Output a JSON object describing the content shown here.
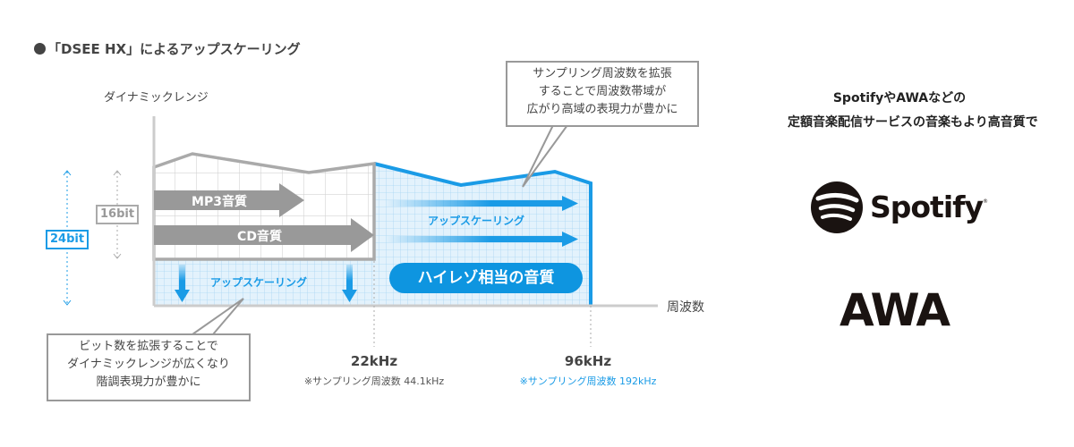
{
  "title": "「DSEE HX」によるアップスケーリング",
  "axes": {
    "y_label": "ダイナミックレンジ",
    "x_label": "周波数"
  },
  "bit_labels": {
    "low": "16bit",
    "high": "24bit"
  },
  "arrows": {
    "mp3": "MP3音質",
    "cd": "CD音質",
    "upscale_horizontal": "アップスケーリング",
    "upscale_vertical": "アップスケーリング"
  },
  "badge": "ハイレゾ相当の音質",
  "callouts": {
    "top": [
      "サンプリング周波数を拡張",
      "することで周波数帯域が",
      "広がり高域の表現力が豊かに"
    ],
    "bottom": [
      "ビット数を拡張することで",
      "ダイナミックレンジが広くなり",
      "階調表現力が豊かに"
    ]
  },
  "frequencies": [
    {
      "value": "22kHz",
      "note": "※サンプリング周波数 44.1kHz"
    },
    {
      "value": "96kHz",
      "note": "※サンプリング周波数 192kHz"
    }
  ],
  "right_panel": {
    "heading": [
      "SpotifyやAWAなどの",
      "定額音楽配信サービスの音楽もより高音質で"
    ],
    "logos": [
      "Spotify",
      "AWA"
    ]
  },
  "colors": {
    "accent": "#1a9be6",
    "gray": "#999999",
    "grid_fill": "#dff0fb"
  }
}
